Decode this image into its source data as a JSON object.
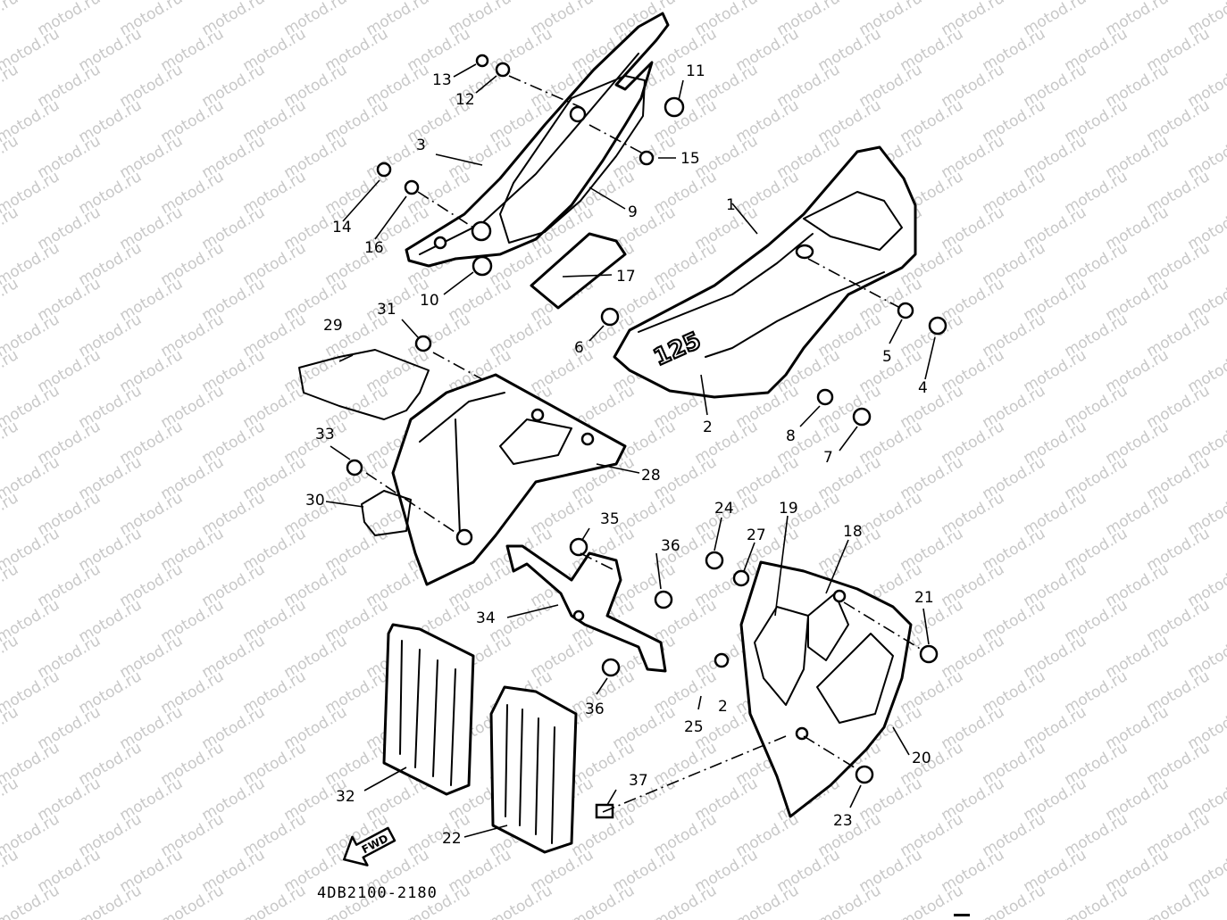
{
  "watermark": "motod.ru",
  "diagram_code": "4DB2100-2180",
  "fwd_label": "FWD",
  "decal_label": "125",
  "callouts": {
    "c1": "1",
    "c2": "2",
    "c3": "3",
    "c4": "4",
    "c5": "5",
    "c6": "6",
    "c7": "7",
    "c8": "8",
    "c9": "9",
    "c10": "10",
    "c11": "11",
    "c12": "12",
    "c13": "13",
    "c14": "14",
    "c15": "15",
    "c16": "16",
    "c17": "17",
    "c18": "18",
    "c19": "19",
    "c20": "20",
    "c21": "21",
    "c22": "22",
    "c23": "23",
    "c24": "24",
    "c25": "25",
    "c25b": "2",
    "c27": "27",
    "c28": "28",
    "c29": "29",
    "c30": "30",
    "c31": "31",
    "c32": "32",
    "c33": "33",
    "c34": "34",
    "c35": "35",
    "c36a": "36",
    "c36b": "36",
    "c37": "37"
  }
}
